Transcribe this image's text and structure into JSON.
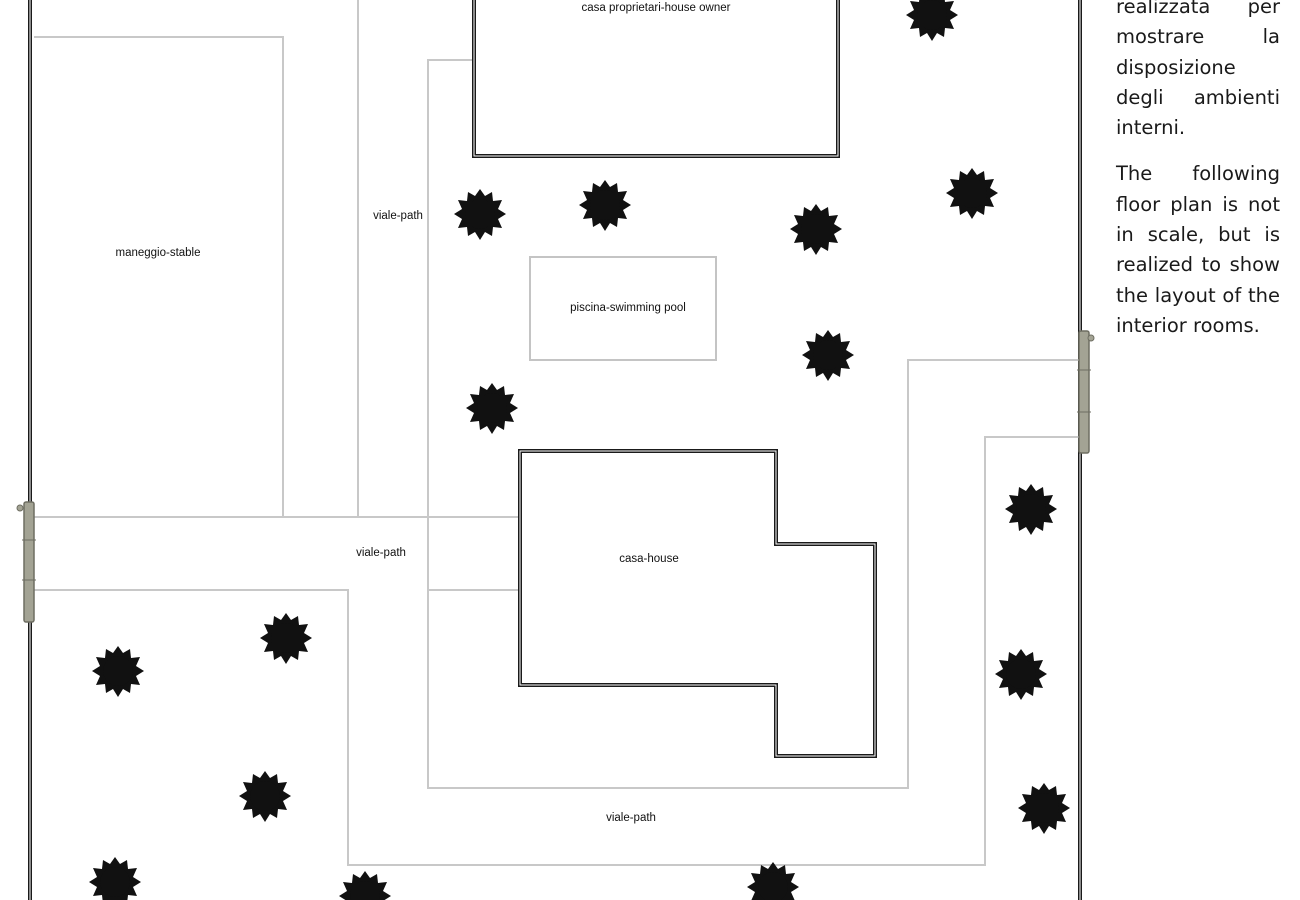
{
  "colors": {
    "wall": "#1a1a1a",
    "path_line": "#c8c8c8",
    "tree": "#111111",
    "gate": "#a3a394",
    "gate_outline": "#6e6e62"
  },
  "labels": {
    "owner_house": "casa proprietari-house owner",
    "stable": "maneggio-stable",
    "path_upper": "viale-path",
    "pool": "piscina-swimming pool",
    "path_middle": "viale-path",
    "house": "casa-house",
    "path_lower": "viale-path"
  },
  "note": {
    "italian_tail": "realizzata per mostrare la disposizione degli ambienti interni.",
    "english": "The following floor plan is not in scale, but is realized to show the layout of the interior rooms."
  },
  "icons": {
    "tree": "tree-icon",
    "gate": "gate-icon"
  }
}
